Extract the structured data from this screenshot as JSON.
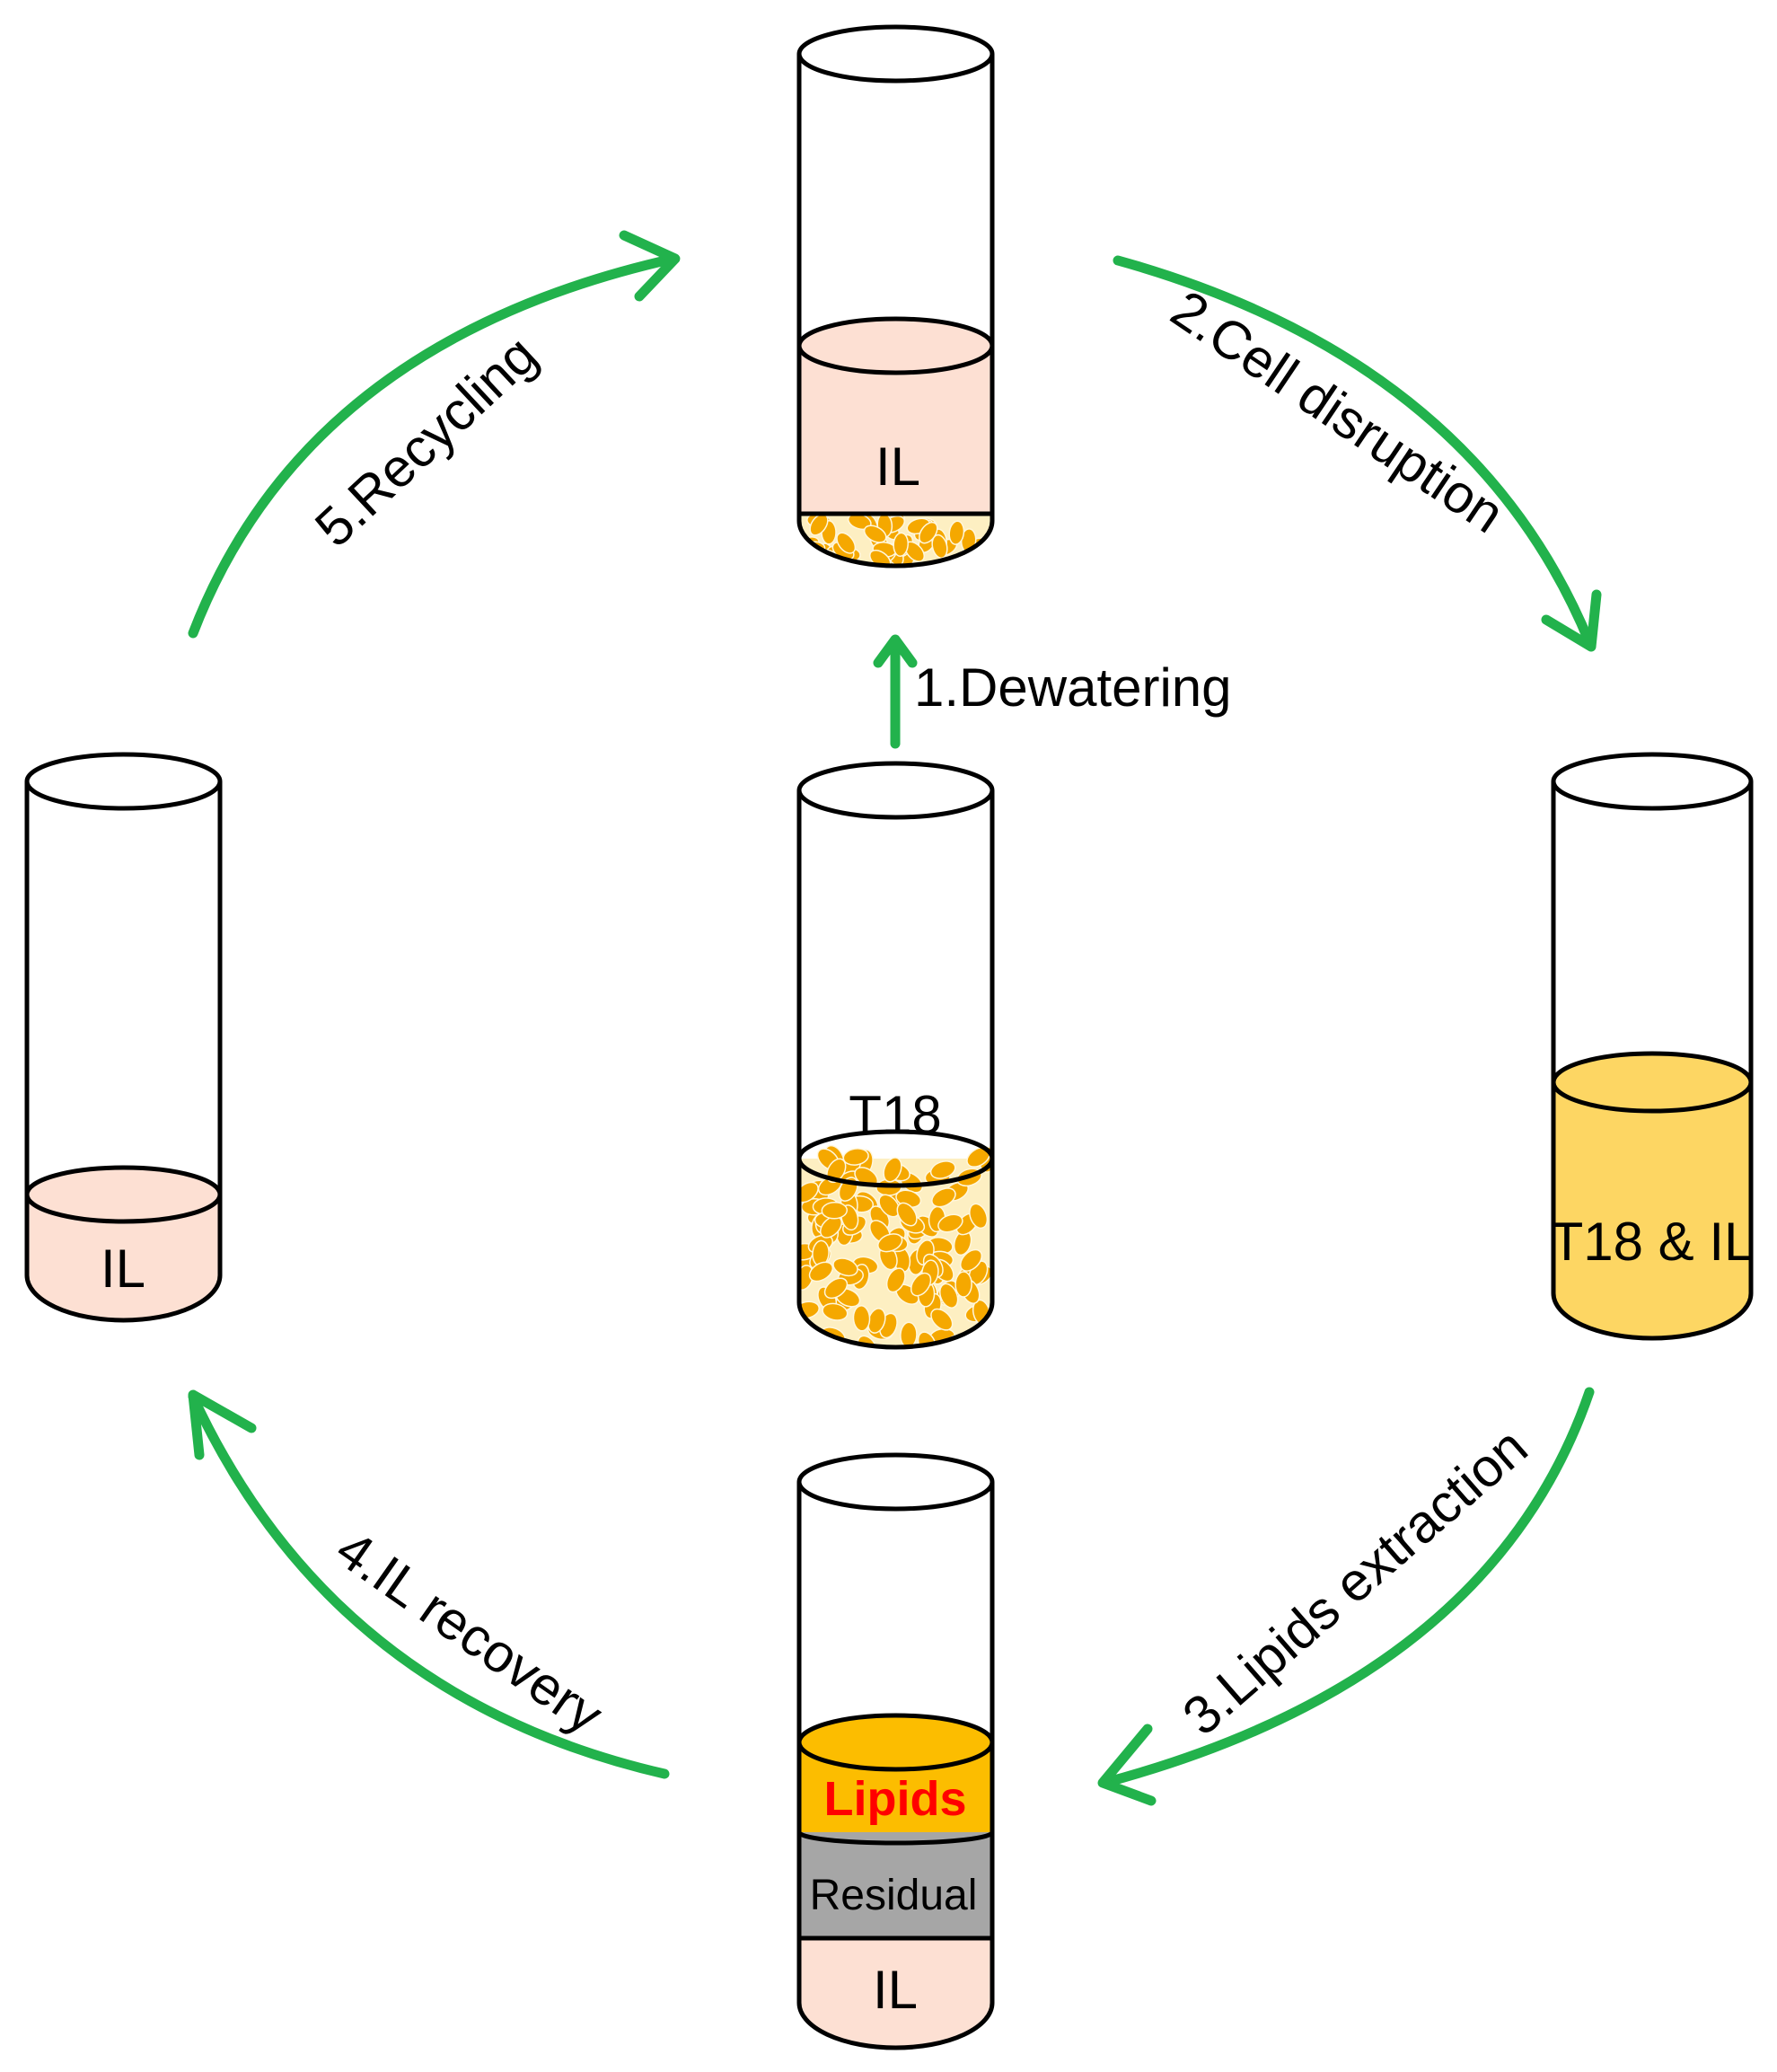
{
  "colors": {
    "arrow": "#22b24c",
    "il": "#fde0d3",
    "cells": "#f5a800",
    "cells_bg": "#fdefc2",
    "mixture": "#fdd663",
    "lipids": "#fcbd00",
    "lipids_text": "#ff0000",
    "residual": "#a6a6a6",
    "outline": "#000000"
  },
  "tubes": {
    "top": {
      "label": "IL"
    },
    "center": {
      "label": "T18"
    },
    "right": {
      "label": "T18 & IL"
    },
    "left": {
      "label": "IL"
    },
    "bottom": {
      "lipids": "Lipids",
      "residual": "Residual",
      "il": "IL"
    }
  },
  "steps": {
    "s1": "1.Dewatering",
    "s2": "2.Cell disruption",
    "s3": "3.Lipids extraction",
    "s4": "4.IL recovery",
    "s5": "5.Recycling"
  }
}
